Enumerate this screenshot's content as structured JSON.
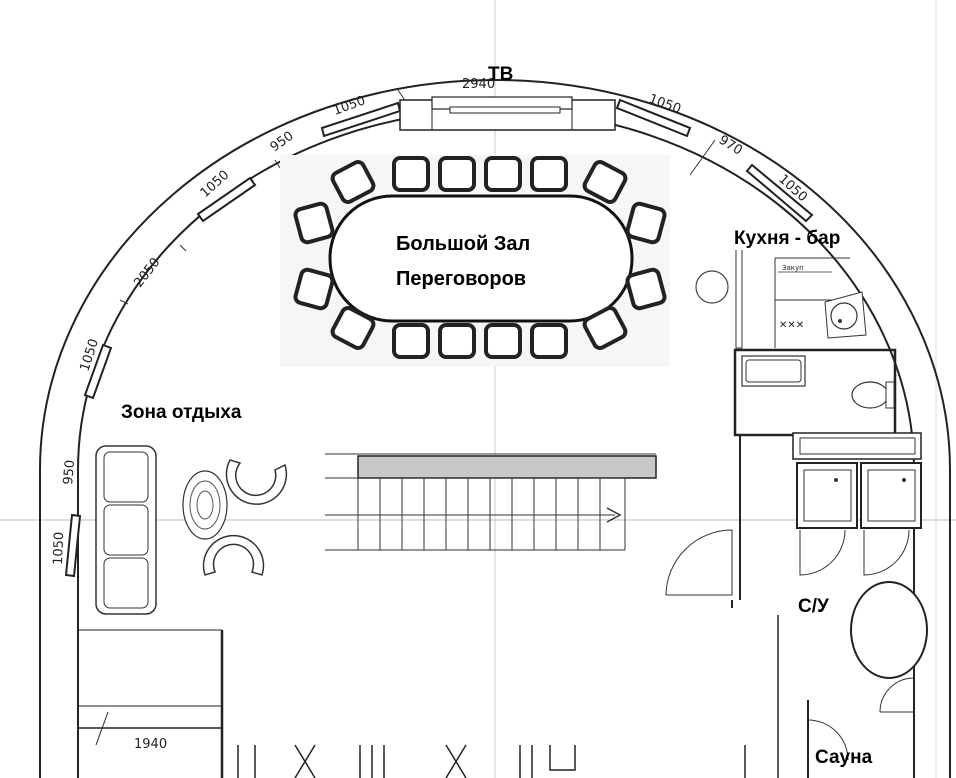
{
  "rooms": {
    "tv": "ТВ",
    "hall_line1": "Большой Зал",
    "hall_line2": "Переговоров",
    "kitchen": "Кухня - бар",
    "lounge": "Зона отдыха",
    "wc": "С/У",
    "sauna": "Сауна"
  },
  "dimensions": {
    "top_center": "2940",
    "top_left_1": "1050",
    "top_left_2": "950",
    "upper_left_1": "1050",
    "left_2050": "2050",
    "left_1050_a": "1050",
    "left_950": "950",
    "left_1050_b": "1050",
    "top_right_1": "1050",
    "top_right_970": "970",
    "top_right_2": "1050",
    "bottom_1940": "1940"
  },
  "kitchen_note": "Закуп"
}
